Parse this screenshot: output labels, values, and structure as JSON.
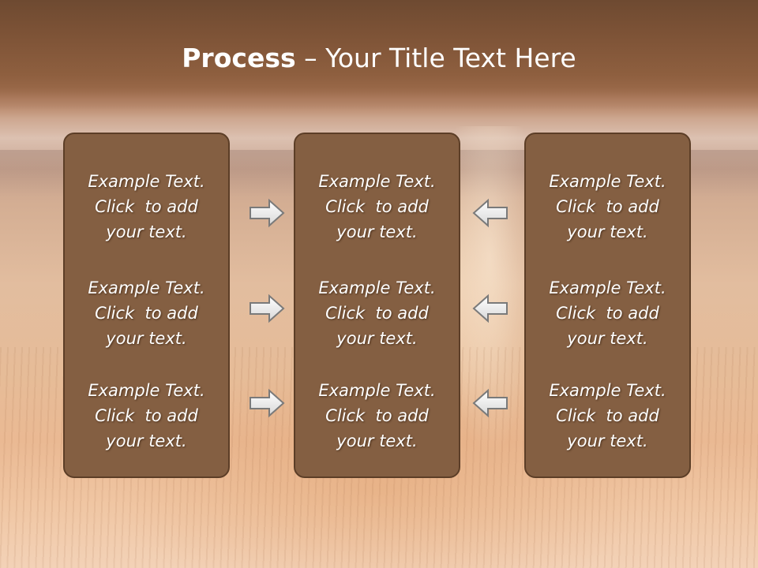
{
  "title": {
    "bold": "Process",
    "rest": " – Your Title Text Here"
  },
  "columns": [
    {
      "items": [
        {
          "line1": "Example Text.",
          "line2": "Click  to add",
          "line3": "your text."
        },
        {
          "line1": "Example Text.",
          "line2": "Click  to add",
          "line3": "your text."
        },
        {
          "line1": "Example Text.",
          "line2": "Click  to add",
          "line3": "your text."
        }
      ]
    },
    {
      "items": [
        {
          "line1": "Example Text.",
          "line2": "Click  to add",
          "line3": "your text."
        },
        {
          "line1": "Example Text.",
          "line2": "Click  to add",
          "line3": "your text."
        },
        {
          "line1": "Example Text.",
          "line2": "Click  to add",
          "line3": "your text."
        }
      ]
    },
    {
      "items": [
        {
          "line1": "Example Text.",
          "line2": "Click  to add",
          "line3": "your text."
        },
        {
          "line1": "Example Text.",
          "line2": "Click  to add",
          "line3": "your text."
        },
        {
          "line1": "Example Text.",
          "line2": "Click  to add",
          "line3": "your text."
        }
      ]
    }
  ],
  "arrows": {
    "left_group": {
      "direction": "right",
      "icon": "right-arrow-icon"
    },
    "right_group": {
      "direction": "left",
      "icon": "left-arrow-icon"
    }
  },
  "colors": {
    "panel_fill": "#845f42",
    "panel_border": "#5c3e27",
    "title_band": "#7c5236",
    "text": "#ffffff"
  }
}
